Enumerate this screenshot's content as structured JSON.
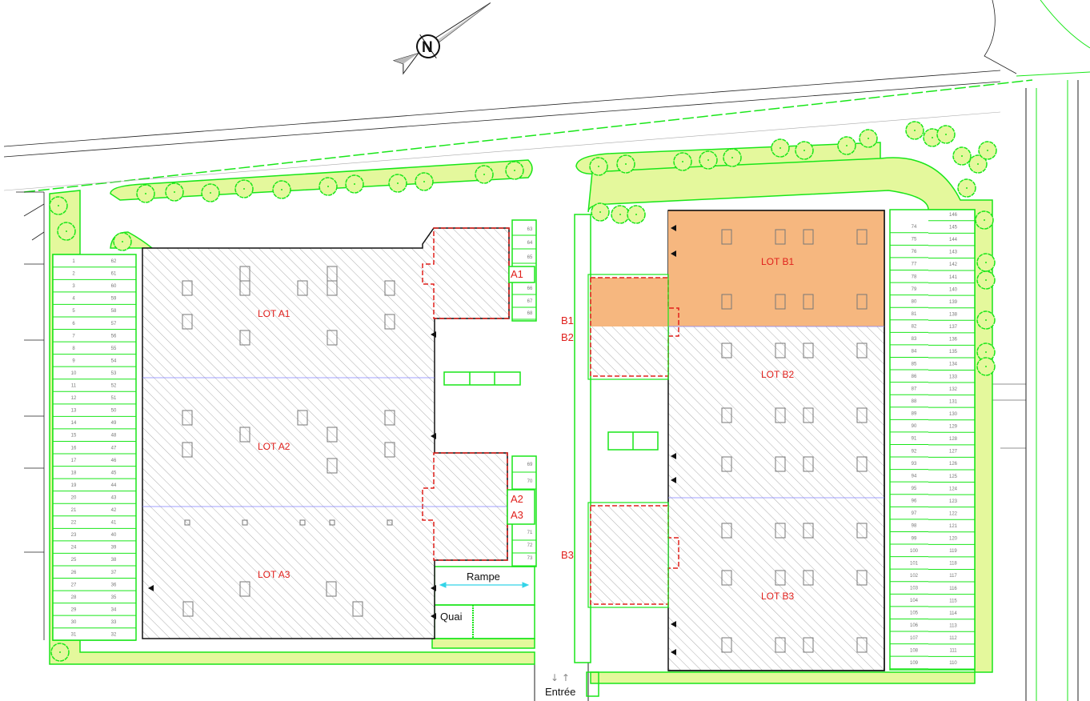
{
  "colors": {
    "lawn": "#e4f89c",
    "green_line": "#19e619",
    "lot_outline": "#e0201c",
    "highlight_lot": "#f6b77f",
    "divider": "#8080ff",
    "ramp_arrow": "#33d4e8"
  },
  "compass": {
    "label": "N",
    "icon": "north-arrow-icon"
  },
  "lots": {
    "a1": "LOT A1",
    "a2": "LOT A2",
    "a3": "LOT A3",
    "b1": "LOT B1",
    "b2": "LOT B2",
    "b3": "LOT B3"
  },
  "tags": {
    "a1": "A1",
    "a2": "A2",
    "a3": "A3",
    "b1": "B1",
    "b2": "B2",
    "b3": "B3"
  },
  "labels": {
    "ramp": "Rampe",
    "dock": "Quai",
    "entrance": "Entrée",
    "entrance_arrows": "↓ ↑"
  },
  "highlighted_lots": [
    "LOT B1",
    "B1"
  ],
  "parking": {
    "left_outer": [
      "1",
      "2",
      "3",
      "4",
      "5",
      "6",
      "7",
      "8",
      "9",
      "10",
      "11",
      "12",
      "13",
      "14",
      "15",
      "16",
      "17",
      "18",
      "19",
      "20",
      "21",
      "22",
      "23",
      "24",
      "25",
      "26",
      "27",
      "28",
      "29",
      "30",
      "31"
    ],
    "left_inner": [
      "62",
      "61",
      "60",
      "59",
      "58",
      "57",
      "56",
      "55",
      "54",
      "53",
      "52",
      "51",
      "50",
      "49",
      "48",
      "47",
      "46",
      "45",
      "44",
      "43",
      "42",
      "41",
      "40",
      "39",
      "38",
      "37",
      "36",
      "35",
      "34",
      "33",
      "32"
    ],
    "a_upper": [
      "63",
      "64",
      "65",
      "66",
      "67",
      "68"
    ],
    "a_lower": [
      "69",
      "70",
      "71",
      "72",
      "73"
    ],
    "right_inner": [
      "74",
      "75",
      "76",
      "77",
      "78",
      "79",
      "80",
      "81",
      "82",
      "83",
      "84",
      "85",
      "86",
      "87",
      "88",
      "89",
      "90",
      "91",
      "92",
      "93",
      "94",
      "95",
      "96",
      "97",
      "98",
      "99",
      "100",
      "101",
      "102",
      "103",
      "104",
      "105",
      "106",
      "107",
      "108",
      "109"
    ],
    "right_outer": [
      "146",
      "145",
      "144",
      "143",
      "142",
      "141",
      "140",
      "139",
      "138",
      "137",
      "136",
      "135",
      "134",
      "133",
      "132",
      "131",
      "130",
      "129",
      "128",
      "127",
      "126",
      "125",
      "124",
      "123",
      "122",
      "121",
      "120",
      "119",
      "118",
      "117",
      "116",
      "115",
      "114",
      "113",
      "112",
      "111",
      "110"
    ]
  }
}
